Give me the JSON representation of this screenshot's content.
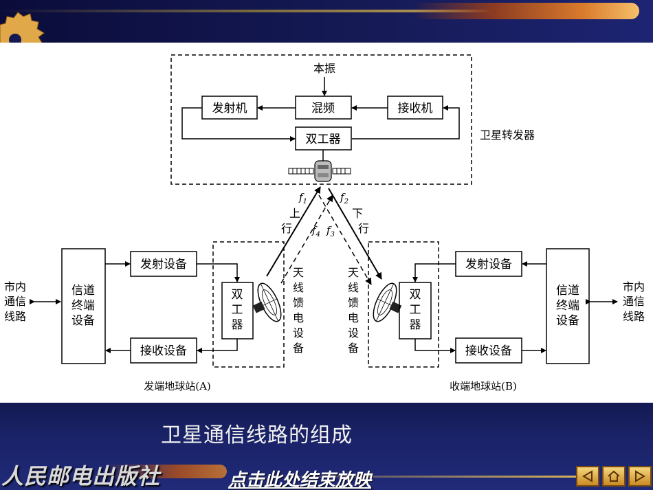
{
  "header": {},
  "diagram": {
    "transponder": {
      "label": "卫星转发器",
      "local_osc": "本振",
      "transmitter": "发射机",
      "mixer": "混频",
      "receiver": "接收机",
      "duplexer": "双工器"
    },
    "links": {
      "f1": "f",
      "f1_sub": "1",
      "f2": "f",
      "f2_sub": "2",
      "f3": "f",
      "f3_sub": "3",
      "f4": "f",
      "f4_sub": "4",
      "uplink": [
        "上",
        "行"
      ],
      "downlink": [
        "下",
        "行"
      ]
    },
    "station_a": {
      "label": "发端地球站(A)",
      "city_line": [
        "市内",
        "通信",
        "线路"
      ],
      "channel_terminal": [
        "信道",
        "终端",
        "设备"
      ],
      "tx_equipment": "发射设备",
      "rx_equipment": "接收设备",
      "duplexer": [
        "双",
        "工",
        "器"
      ],
      "antenna_feed": [
        "天",
        "线",
        "馈",
        "电",
        "设",
        "备"
      ]
    },
    "station_b": {
      "label": "收端地球站(B)",
      "city_line": [
        "市内",
        "通信",
        "线路"
      ],
      "channel_terminal": [
        "信道",
        "终端",
        "设备"
      ],
      "tx_equipment": "发射设备",
      "rx_equipment": "接收设备",
      "duplexer": [
        "双",
        "工",
        "器"
      ],
      "antenna_feed": [
        "天",
        "线",
        "馈",
        "电",
        "设",
        "备"
      ]
    }
  },
  "footer": {
    "caption": "卫星通信线路的组成",
    "publisher": "人民邮电出版社",
    "end_show": "点击此处结束放映",
    "nav": [
      "prev-icon",
      "home-icon",
      "next-icon"
    ]
  },
  "colors": {
    "bar_dark": "#0b0c3a",
    "bar_blue": "#1d2472",
    "gold": "#e8c36a"
  }
}
